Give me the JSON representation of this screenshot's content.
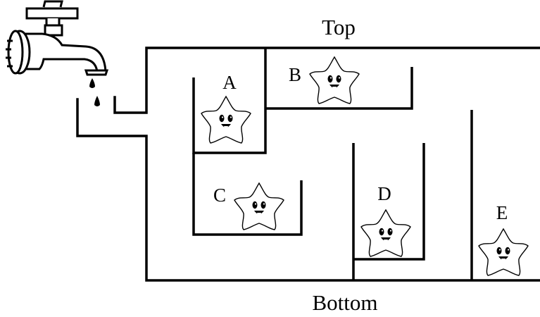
{
  "labels": {
    "top": "Top",
    "bottom": "Bottom",
    "container_a": "A",
    "container_b": "B",
    "container_c": "C",
    "container_d": "D",
    "container_e": "E"
  },
  "icons": {
    "faucet": "faucet-icon",
    "water_drop": "water-drop-icon",
    "star": "smiling-star-icon"
  },
  "colors": {
    "line": "#000000",
    "background": "#ffffff"
  }
}
